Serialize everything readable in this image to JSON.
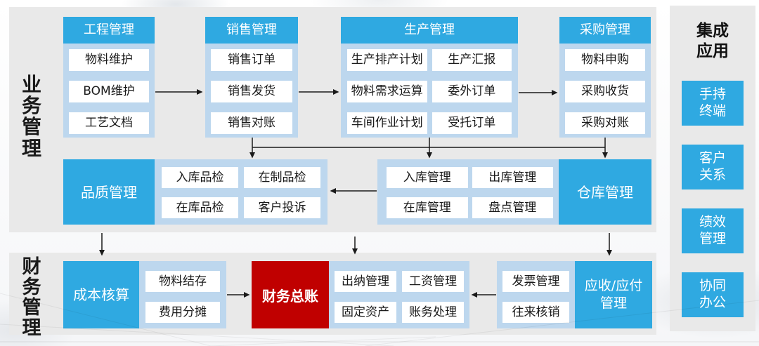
{
  "colors": {
    "accent_blue": "#2FA9E1",
    "light_blue_container": "#BDD7EE",
    "accent_red": "#C00000",
    "band_gray": "#E9E9E9",
    "arrow_black": "#1A1A1A"
  },
  "business_band": {
    "label": "业务管理",
    "columns": [
      {
        "header": "工程管理",
        "items": [
          "物料维护",
          "BOM维护",
          "工艺文档"
        ]
      },
      {
        "header": "销售管理",
        "items": [
          "销售订单",
          "销售发货",
          "销售对账"
        ]
      },
      {
        "header": "生产管理",
        "left_items": [
          "生产排产计划",
          "物料需求运算",
          "车间作业计划"
        ],
        "right_items": [
          "生产汇报",
          "委外订单",
          "受托订单"
        ]
      },
      {
        "header": "采购管理",
        "items": [
          "物料申购",
          "采购收货",
          "采购对账"
        ]
      }
    ],
    "quality": {
      "title": "品质管理",
      "items": [
        "入库品检",
        "在制品检",
        "在库品检",
        "客户投诉"
      ]
    },
    "warehouse": {
      "title": "仓库管理",
      "items": [
        "入库管理",
        "出库管理",
        "在库管理",
        "盘点管理"
      ]
    }
  },
  "finance_band": {
    "label": "财务管理",
    "cost": {
      "title": "成本核算",
      "items": [
        "物料结存",
        "费用分摊"
      ]
    },
    "ledger": {
      "title": "财务总账",
      "items": [
        "出纳管理",
        "工资管理",
        "固定资产",
        "账务处理"
      ]
    },
    "invoice": {
      "items": [
        "发票管理",
        "往来核销"
      ]
    },
    "arap": {
      "title": "应收/应付\n管理"
    }
  },
  "integration_panel": {
    "title": "集成\n应用",
    "items": [
      "手持\n终端",
      "客户\n关系",
      "绩效\n管理",
      "协同\n办公"
    ]
  }
}
